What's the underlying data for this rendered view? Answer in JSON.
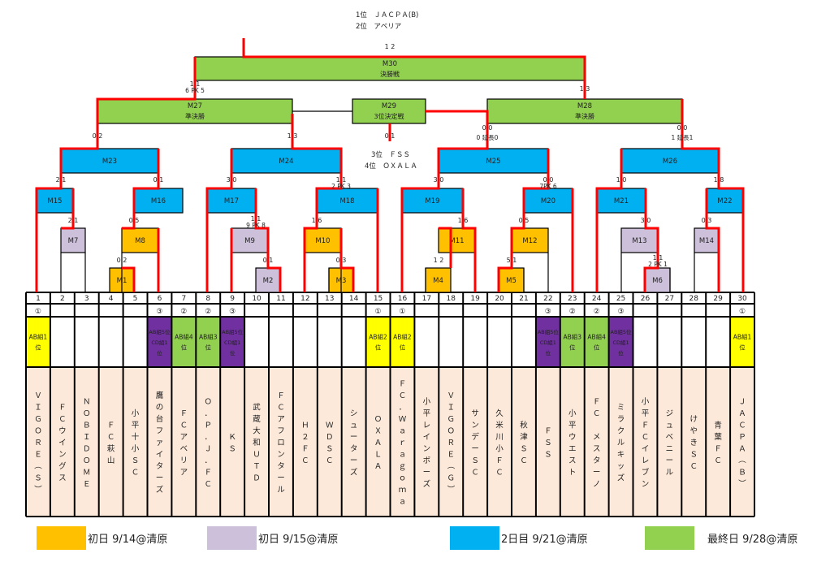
{
  "colors": {
    "day1_0914": "#ffc000",
    "day1_0915": "#ccc0da",
    "day2_0921": "#00b0f0",
    "final_0928": "#92d050",
    "seed_yellow": "#ffff00",
    "seed_green": "#92d050",
    "seed_purple": "#7030a0",
    "team_bg": "#fde9d9",
    "win_line": "#ff0000"
  },
  "results": {
    "first": "1位　ＪＡＣＰＡ(B)",
    "second": "2位　アベリア",
    "third": "3位　ＦＳＳ",
    "fourth": "4位　ＯＸＡＬＡ"
  },
  "matches": [
    {
      "id": "M1",
      "label": "M1",
      "day": "day1_0914"
    },
    {
      "id": "M2",
      "label": "M2",
      "day": "day1_0915"
    },
    {
      "id": "M3",
      "label": "M3",
      "day": "day1_0914"
    },
    {
      "id": "M4",
      "label": "M4",
      "day": "day1_0914"
    },
    {
      "id": "M5",
      "label": "M5",
      "day": "day1_0914"
    },
    {
      "id": "M6",
      "label": "M6",
      "day": "day1_0915"
    },
    {
      "id": "M7",
      "label": "M7",
      "day": "day1_0915"
    },
    {
      "id": "M8",
      "label": "M8",
      "day": "day1_0914"
    },
    {
      "id": "M9",
      "label": "M9",
      "day": "day1_0915"
    },
    {
      "id": "M10",
      "label": "M10",
      "day": "day1_0914"
    },
    {
      "id": "M11",
      "label": "M11",
      "day": "day1_0914"
    },
    {
      "id": "M12",
      "label": "M12",
      "day": "day1_0914"
    },
    {
      "id": "M13",
      "label": "M13",
      "day": "day1_0915"
    },
    {
      "id": "M14",
      "label": "M14",
      "day": "day1_0915"
    },
    {
      "id": "M15",
      "label": "M15",
      "day": "day2_0921"
    },
    {
      "id": "M16",
      "label": "M16",
      "day": "day2_0921"
    },
    {
      "id": "M17",
      "label": "M17",
      "day": "day2_0921"
    },
    {
      "id": "M18",
      "label": "M18",
      "day": "day2_0921"
    },
    {
      "id": "M19",
      "label": "M19",
      "day": "day2_0921"
    },
    {
      "id": "M20",
      "label": "M20",
      "day": "day2_0921"
    },
    {
      "id": "M21",
      "label": "M21",
      "day": "day2_0921"
    },
    {
      "id": "M22",
      "label": "M22",
      "day": "day2_0921"
    },
    {
      "id": "M23",
      "label": "M23",
      "day": "day2_0921"
    },
    {
      "id": "M24",
      "label": "M24",
      "day": "day2_0921"
    },
    {
      "id": "M25",
      "label": "M25",
      "day": "day2_0921"
    },
    {
      "id": "M26",
      "label": "M26",
      "day": "day2_0921"
    },
    {
      "id": "M27",
      "label": "M27",
      "sub": "準決勝",
      "day": "final_0928"
    },
    {
      "id": "M28",
      "label": "M28",
      "sub": "準決勝",
      "day": "final_0928"
    },
    {
      "id": "M29",
      "label": "M29",
      "sub": "3位決定戦",
      "day": "final_0928"
    },
    {
      "id": "M30",
      "label": "M30",
      "sub": "決勝戦",
      "day": "final_0928"
    }
  ],
  "scores": [
    {
      "match": "M30",
      "text": "1  2"
    },
    {
      "match": "M30",
      "text": "1  3"
    },
    {
      "match": "M27",
      "text": "1  1",
      "pk": "6 PK 5"
    },
    {
      "match": "M28",
      "text": "1  3"
    },
    {
      "match": "M29",
      "text": "0  1"
    },
    {
      "match": "M23",
      "text": "0  2"
    },
    {
      "match": "M24",
      "text": "1  3"
    },
    {
      "match": "M25",
      "text": "0  0",
      "extra": "0 延長0"
    },
    {
      "match": "M26",
      "text": "0  0",
      "extra": "1 延長1"
    },
    {
      "match": "M15",
      "text": "2  1"
    },
    {
      "match": "M16",
      "text": "0  1"
    },
    {
      "match": "M17",
      "text": "3  0"
    },
    {
      "match": "M18",
      "text": "1  1",
      "pk": "2 PK 3"
    },
    {
      "match": "M19",
      "text": "3  0"
    },
    {
      "match": "M20",
      "text": "0  0",
      "pk": "7PK 6"
    },
    {
      "match": "M21",
      "text": "1  0"
    },
    {
      "match": "M22",
      "text": "1  8"
    },
    {
      "match": "M7",
      "text": "2  1"
    },
    {
      "match": "M8",
      "text": "0  5"
    },
    {
      "match": "M9",
      "text": "1  1",
      "pk": "9 PK 8"
    },
    {
      "match": "M10",
      "text": "1  6"
    },
    {
      "match": "M11",
      "text": "1  6"
    },
    {
      "match": "M12",
      "text": "0  5"
    },
    {
      "match": "M13",
      "text": "3  0"
    },
    {
      "match": "M14",
      "text": "0  3"
    },
    {
      "match": "M1",
      "text": "0  2"
    },
    {
      "match": "M2",
      "text": "0  1"
    },
    {
      "match": "M3",
      "text": "0  3"
    },
    {
      "match": "M4",
      "text": "1  2"
    },
    {
      "match": "M5",
      "text": "5  1"
    },
    {
      "match": "M6",
      "text": "1  1",
      "pk": "2 PK 1"
    }
  ],
  "slots": [
    {
      "no": "1",
      "pot": "①",
      "seed": "AB組1位",
      "seed_color": "seed_yellow",
      "team": "ＶＩＧＯＲＥ（Ｓ）"
    },
    {
      "no": "2",
      "pot": "",
      "seed": "",
      "seed_color": "",
      "team": "ＦＣウイングス"
    },
    {
      "no": "3",
      "pot": "",
      "seed": "",
      "seed_color": "",
      "team": "ＮＯＢＩＤＯＭＥ"
    },
    {
      "no": "4",
      "pot": "",
      "seed": "",
      "seed_color": "",
      "team": "ＦＣ萩山"
    },
    {
      "no": "5",
      "pot": "",
      "seed": "",
      "seed_color": "",
      "team": "小平十小ＳＣ"
    },
    {
      "no": "6",
      "pot": "③",
      "seed": "AB組5位CD組1位",
      "seed_color": "seed_purple",
      "team": "鷹の台ファイターズ"
    },
    {
      "no": "7",
      "pot": "②",
      "seed": "AB組4位",
      "seed_color": "seed_green",
      "team": "ＦＣアベリア"
    },
    {
      "no": "8",
      "pot": "②",
      "seed": "AB組3位",
      "seed_color": "seed_green",
      "team": "Ｏ．Ｐ．Ｊ．ＦＣ"
    },
    {
      "no": "9",
      "pot": "③",
      "seed": "AB組5位CD組1位",
      "seed_color": "seed_purple",
      "team": "ＫＳ"
    },
    {
      "no": "10",
      "pot": "",
      "seed": "",
      "seed_color": "",
      "team": "武蔵大和ＵＴＤ"
    },
    {
      "no": "11",
      "pot": "",
      "seed": "",
      "seed_color": "",
      "team": "ＦＣアフロンタール"
    },
    {
      "no": "12",
      "pot": "",
      "seed": "",
      "seed_color": "",
      "team": "Ｈ２ＦＣ"
    },
    {
      "no": "13",
      "pot": "",
      "seed": "",
      "seed_color": "",
      "team": "ＷＤＳＣ"
    },
    {
      "no": "14",
      "pot": "",
      "seed": "",
      "seed_color": "",
      "team": "シューターズ"
    },
    {
      "no": "15",
      "pot": "①",
      "seed": "AB組2位",
      "seed_color": "seed_yellow",
      "team": "ＯＸＡＬＡ"
    },
    {
      "no": "16",
      "pot": "①",
      "seed": "AB組2位",
      "seed_color": "seed_yellow",
      "team": "ＦＣ．Ｗａｒａｇｏｍａ"
    },
    {
      "no": "17",
      "pot": "",
      "seed": "",
      "seed_color": "",
      "team": "小平レインボーズ"
    },
    {
      "no": "18",
      "pot": "",
      "seed": "",
      "seed_color": "",
      "team": "ＶＩＧＯＲＥ（Ｇ）"
    },
    {
      "no": "19",
      "pot": "",
      "seed": "",
      "seed_color": "",
      "team": "サンデーＳＣ"
    },
    {
      "no": "20",
      "pot": "",
      "seed": "",
      "seed_color": "",
      "team": "久米川小ＦＣ"
    },
    {
      "no": "21",
      "pot": "",
      "seed": "",
      "seed_color": "",
      "team": "秋津ＳＣ"
    },
    {
      "no": "22",
      "pot": "③",
      "seed": "AB組5位CD組1位",
      "seed_color": "seed_purple",
      "team": "ＦＳＳ"
    },
    {
      "no": "23",
      "pot": "②",
      "seed": "AB組3位",
      "seed_color": "seed_green",
      "team": "小平ウエスト"
    },
    {
      "no": "24",
      "pot": "②",
      "seed": "AB組4位",
      "seed_color": "seed_green",
      "team": "ＦＣ メスターノ"
    },
    {
      "no": "25",
      "pot": "③",
      "seed": "AB組5位CD組1位",
      "seed_color": "seed_purple",
      "team": "ミラクルキッズ"
    },
    {
      "no": "26",
      "pot": "",
      "seed": "",
      "seed_color": "",
      "team": "小平ＦＣイレブン"
    },
    {
      "no": "27",
      "pot": "",
      "seed": "",
      "seed_color": "",
      "team": "ジュベニール"
    },
    {
      "no": "28",
      "pot": "",
      "seed": "",
      "seed_color": "",
      "team": "けやきＳＣ"
    },
    {
      "no": "29",
      "pot": "",
      "seed": "",
      "seed_color": "",
      "team": "青葉ＦＣ"
    },
    {
      "no": "30",
      "pot": "①",
      "seed": "AB組1位",
      "seed_color": "seed_yellow",
      "team": "ＪＡＣＰＡ（Ｂ）"
    }
  ],
  "legend": [
    {
      "color": "day1_0914",
      "text": "初日 9/14@清原"
    },
    {
      "color": "day1_0915",
      "text": "初日 9/15@清原"
    },
    {
      "color": "day2_0921",
      "text": "2日目 9/21@清原"
    },
    {
      "color": "final_0928",
      "text": "最終日 9/28@清原"
    }
  ]
}
